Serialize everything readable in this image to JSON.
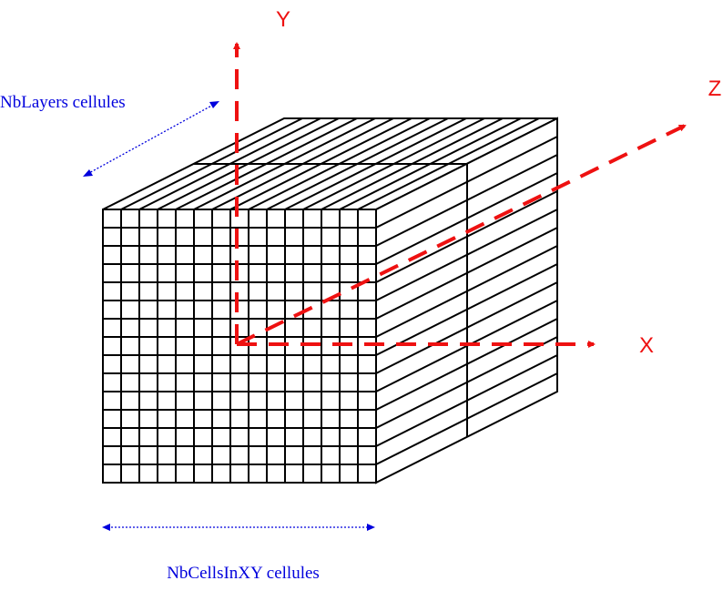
{
  "diagram": {
    "grid_rows": 15,
    "grid_cols": 15,
    "side_layers": 15
  },
  "axes": {
    "y_label": "Y",
    "z_label": "Z",
    "x_label": "X"
  },
  "dimensions": {
    "layers_label": "NbLayers cellules",
    "cells_label": "NbCellsInXY cellules"
  },
  "colors": {
    "axis": "#ee1111",
    "dimension": "#0000dd",
    "grid": "#000000"
  }
}
